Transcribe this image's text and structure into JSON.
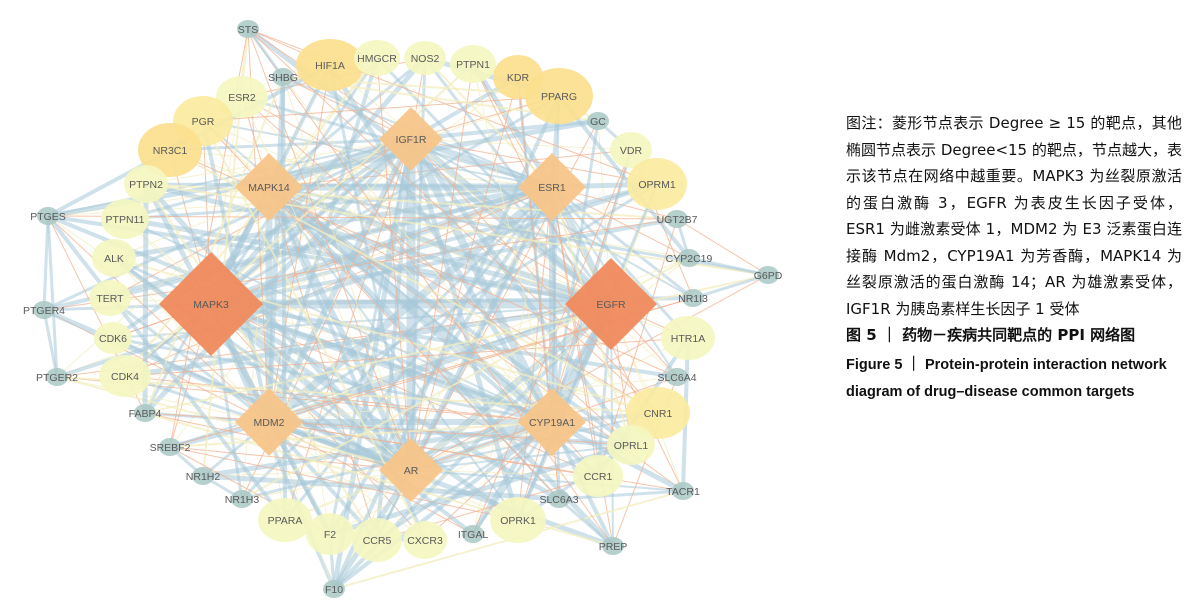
{
  "network": {
    "nodes": [
      {
        "id": "STS",
        "shape": "small"
      },
      {
        "id": "HIF1A",
        "shape": "ellipse",
        "level": 3
      },
      {
        "id": "HMGCR",
        "shape": "ellipse",
        "level": 1
      },
      {
        "id": "NOS2",
        "shape": "ellipse",
        "level": 1
      },
      {
        "id": "PTPN1",
        "shape": "ellipse",
        "level": 1
      },
      {
        "id": "KDR",
        "shape": "ellipse",
        "level": 3
      },
      {
        "id": "PPARG",
        "shape": "ellipse",
        "level": 3
      },
      {
        "id": "SHBG",
        "shape": "small"
      },
      {
        "id": "ESR2",
        "shape": "ellipse",
        "level": 1
      },
      {
        "id": "PGR",
        "shape": "ellipse",
        "level": 2
      },
      {
        "id": "NR3C1",
        "shape": "ellipse",
        "level": 3
      },
      {
        "id": "GC",
        "shape": "small"
      },
      {
        "id": "VDR",
        "shape": "ellipse",
        "level": 1
      },
      {
        "id": "IGF1R",
        "shape": "diamond",
        "level": 1
      },
      {
        "id": "ESR1",
        "shape": "diamond",
        "level": 1
      },
      {
        "id": "MAPK14",
        "shape": "diamond",
        "level": 1
      },
      {
        "id": "PTPN2",
        "shape": "ellipse",
        "level": 1
      },
      {
        "id": "OPRM1",
        "shape": "ellipse",
        "level": 2
      },
      {
        "id": "PTGES",
        "shape": "small"
      },
      {
        "id": "PTPN11",
        "shape": "ellipse",
        "level": 1
      },
      {
        "id": "UGT2B7",
        "shape": "small"
      },
      {
        "id": "ALK",
        "shape": "ellipse",
        "level": 1
      },
      {
        "id": "CYP2C19",
        "shape": "small"
      },
      {
        "id": "G6PD",
        "shape": "small"
      },
      {
        "id": "PTGER4",
        "shape": "small"
      },
      {
        "id": "TERT",
        "shape": "ellipse",
        "level": 1
      },
      {
        "id": "MAPK3",
        "shape": "diamond",
        "level": 3
      },
      {
        "id": "EGFR",
        "shape": "diamond",
        "level": 3
      },
      {
        "id": "NR1I3",
        "shape": "small"
      },
      {
        "id": "CDK6",
        "shape": "ellipse",
        "level": 1
      },
      {
        "id": "HTR1A",
        "shape": "ellipse",
        "level": 1
      },
      {
        "id": "PTGER2",
        "shape": "small"
      },
      {
        "id": "CDK4",
        "shape": "ellipse",
        "level": 1
      },
      {
        "id": "SLC6A4",
        "shape": "small"
      },
      {
        "id": "FABP4",
        "shape": "small"
      },
      {
        "id": "CNR1",
        "shape": "ellipse",
        "level": 2
      },
      {
        "id": "MDM2",
        "shape": "diamond",
        "level": 1
      },
      {
        "id": "CYP19A1",
        "shape": "diamond",
        "level": 1
      },
      {
        "id": "SREBF2",
        "shape": "small"
      },
      {
        "id": "OPRL1",
        "shape": "ellipse",
        "level": 1
      },
      {
        "id": "NR1H2",
        "shape": "small"
      },
      {
        "id": "AR",
        "shape": "diamond",
        "level": 1
      },
      {
        "id": "CCR1",
        "shape": "ellipse",
        "level": 1
      },
      {
        "id": "NR1H3",
        "shape": "small"
      },
      {
        "id": "TACR1",
        "shape": "small"
      },
      {
        "id": "SLC6A3",
        "shape": "small"
      },
      {
        "id": "PPARA",
        "shape": "ellipse",
        "level": 1
      },
      {
        "id": "F2",
        "shape": "ellipse",
        "level": 1
      },
      {
        "id": "OPRK1",
        "shape": "ellipse",
        "level": 1
      },
      {
        "id": "CCR5",
        "shape": "ellipse",
        "level": 1
      },
      {
        "id": "CXCR3",
        "shape": "ellipse",
        "level": 1
      },
      {
        "id": "ITGAL",
        "shape": "small"
      },
      {
        "id": "PREP",
        "shape": "small"
      },
      {
        "id": "F10",
        "shape": "small"
      }
    ],
    "colors": {
      "diamond_large": "#f08a5d",
      "diamond": "#f7c58a",
      "ellipse_large": "#fbdf8e",
      "ellipse_medium": "#fbeaa0",
      "ellipse_small": "#f4f6c0",
      "small_node": "#a9c8c6",
      "edge_blue": "#a8c8d8",
      "edge_orange": "#f2b08f",
      "edge_yellow": "#f3edc0"
    }
  },
  "caption": {
    "note": "图注：菱形节点表示 Degree ≥ 15 的靶点，其他椭圆节点表示 Degree<15 的靶点，节点越大，表示该节点在网络中越重要。MAPK3 为丝裂原激活的蛋白激酶 3，EGFR 为表皮生长因子受体，ESR1 为雌激素受体 1，MDM2 为 E3 泛素蛋白连接酶 Mdm2，CYP19A1 为芳香酶，MAPK14 为丝裂原激活的蛋白激酶 14；AR 为雄激素受体，IGF1R 为胰岛素样生长因子 1 受体",
    "title_zh": "图 5 ｜ 药物－疾病共同靶点的 PPI 网络图",
    "title_en": "Figure 5 ｜ Protein-protein interaction network diagram of drug–disease common targets"
  }
}
